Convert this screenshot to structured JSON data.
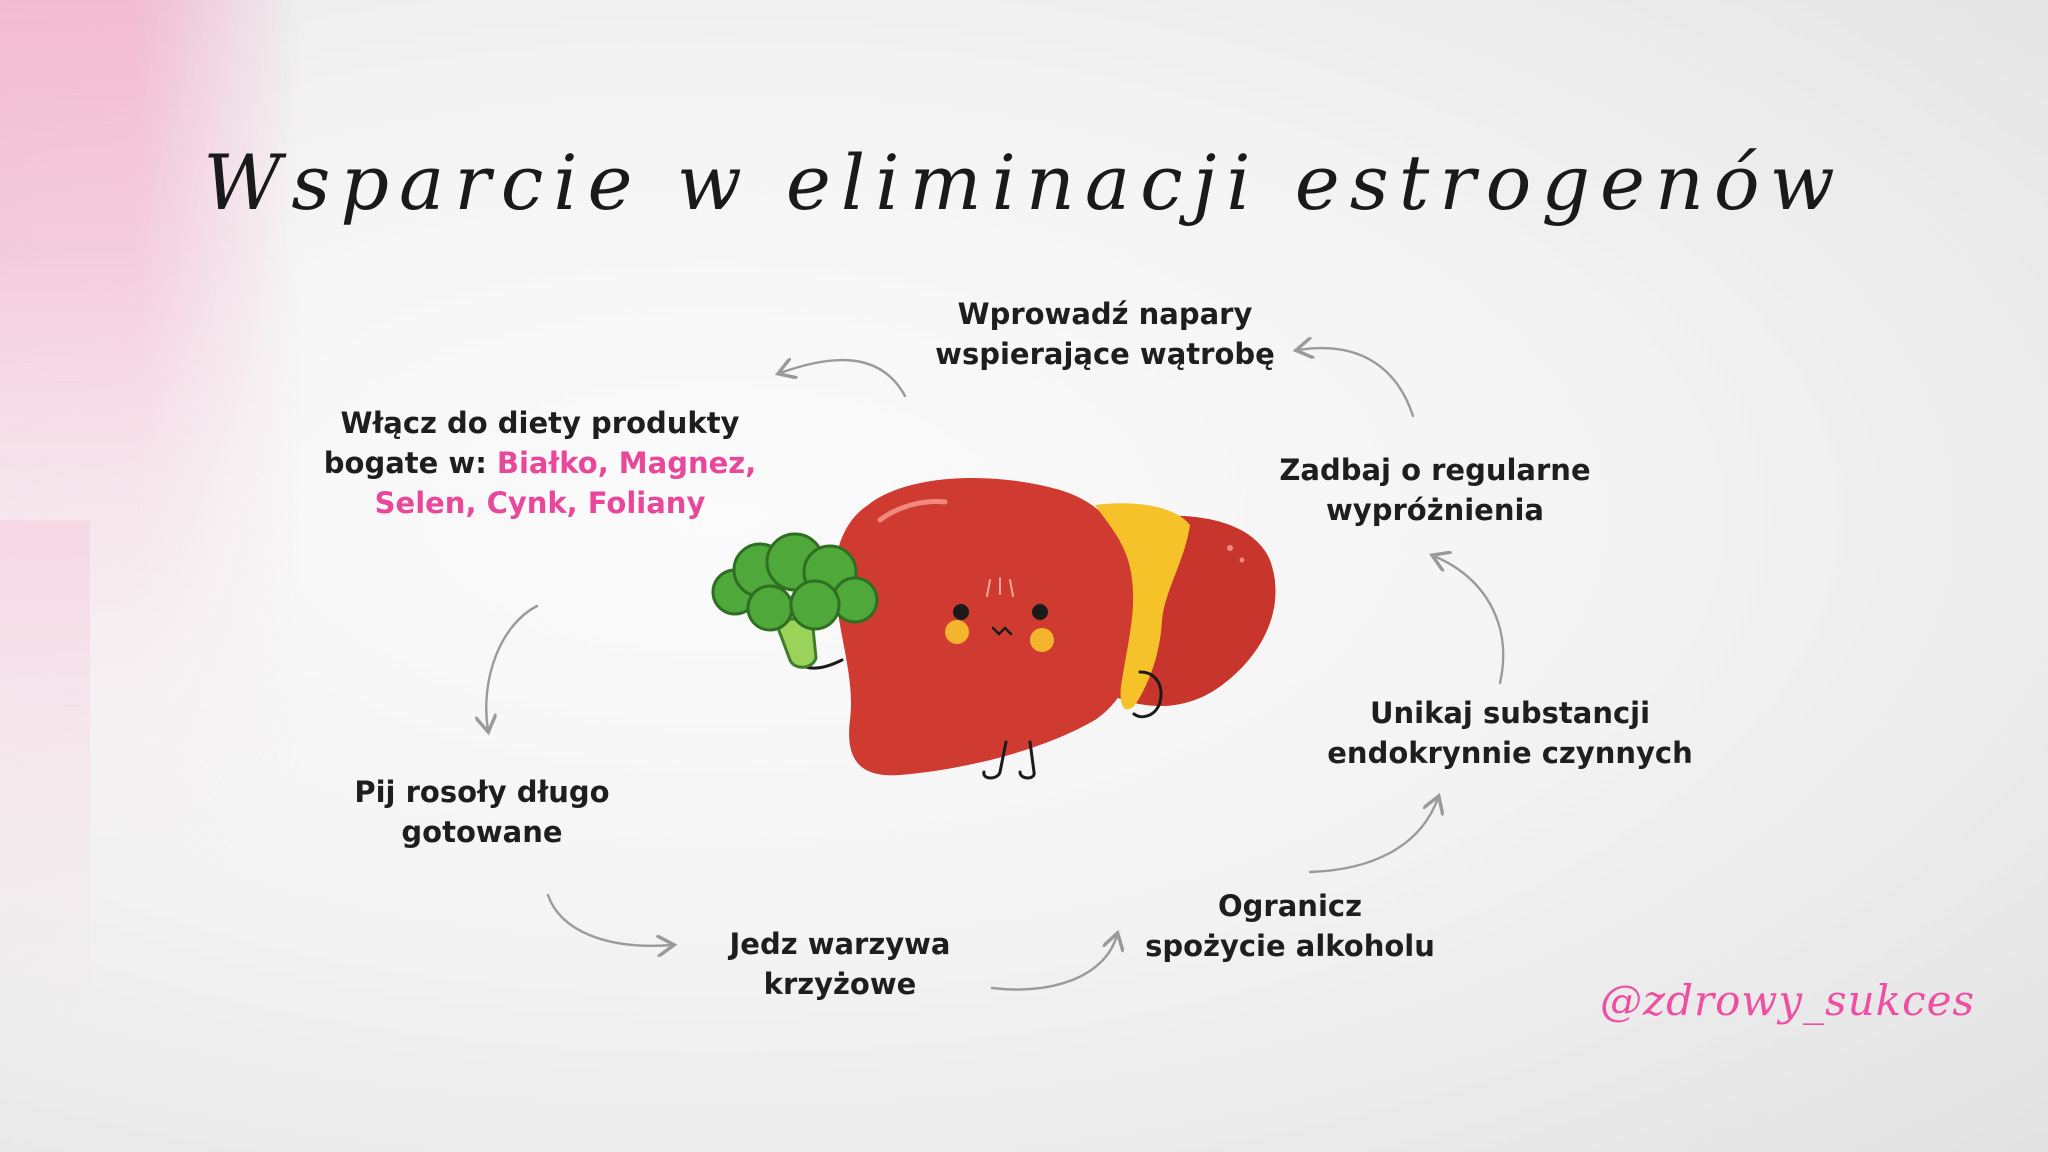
{
  "title": "Wsparcie w eliminacji estrogenów",
  "steps": {
    "napary_line1": "Wprowadź napary",
    "napary_line2": "wspierające wątrobę",
    "wyproz_line1": "Zadbaj o regularne",
    "wyproz_line2": "wypróżnienia",
    "endo_line1": "Unikaj substancji",
    "endo_line2": "endokrynnie czynnych",
    "alko_line1": "Ogranicz",
    "alko_line2": "spożycie alkoholu",
    "warzywa_line1": "Jedz warzywa",
    "warzywa_line2": "krzyżowe",
    "rosoly_line1": "Pij rosoły długo",
    "rosoly_line2": "gotowane",
    "dieta_line1": "Włącz do diety produkty",
    "dieta_line2_prefix": "bogate w: ",
    "dieta_line2_highlight": "Białko, Magnez,",
    "dieta_line3_highlight": "Selen, Cynk, Foliany"
  },
  "handle": "@zdrowy_sukces",
  "colors": {
    "accent_pink": "#e8479a",
    "liver_red": "#c8352d",
    "gallbladder_yellow": "#f6c22a",
    "broccoli_green": "#4fa83a",
    "arrow_gray": "#9a9a9a"
  },
  "illustration": {
    "main": "liver-character-icon",
    "held_item": "broccoli-icon"
  }
}
